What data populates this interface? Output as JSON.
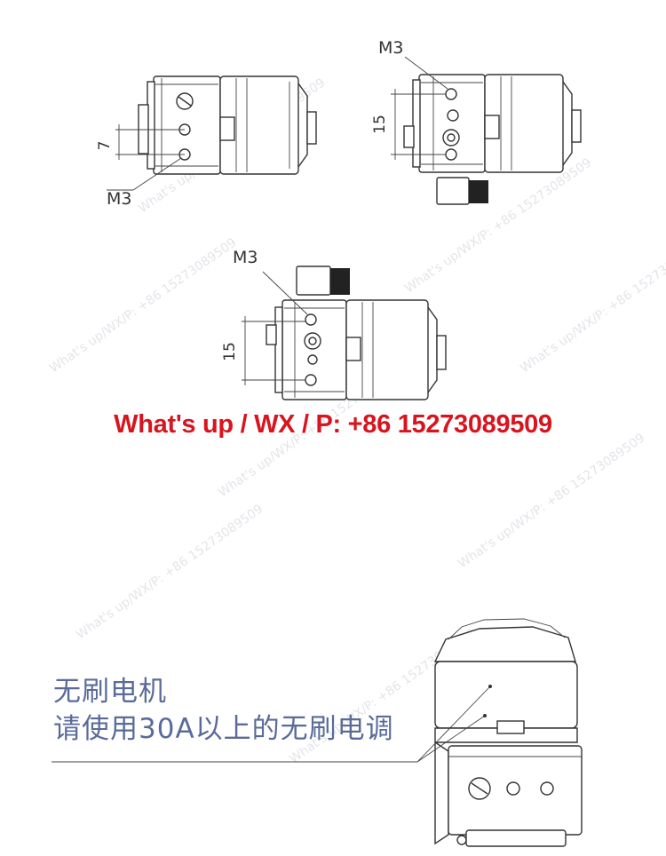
{
  "drawings": {
    "top_left": {
      "dim_label": "7",
      "callout": "M3"
    },
    "top_right": {
      "dim_label": "15",
      "callout": "M3"
    },
    "middle": {
      "dim_label": "15",
      "callout": "M3"
    }
  },
  "contact_text": "What's up / WX / P: +86 15273089509",
  "note": {
    "line1": "无刷电机",
    "line2": "请使用30A以上的无刷电调"
  },
  "watermark_text": "What's up/WX/P: +86 15273089509",
  "colors": {
    "contact": "#d8141e",
    "note": "#5a6b9a",
    "line": "#333333"
  }
}
